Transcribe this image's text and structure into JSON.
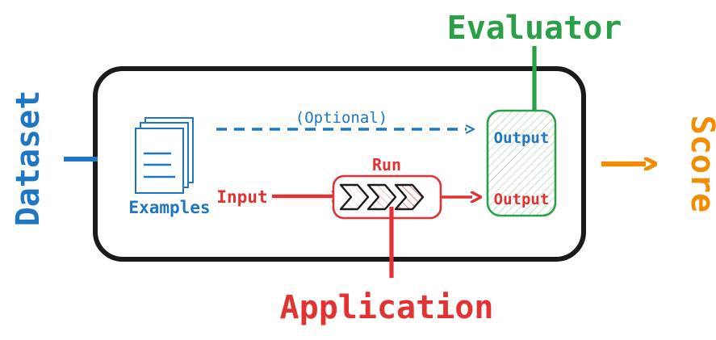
{
  "diagram": {
    "title_labels": {
      "dataset": "Dataset",
      "evaluator": "Evaluator",
      "application": "Application",
      "score": "Score"
    },
    "inner_labels": {
      "examples": "Examples",
      "optional": "(Optional)",
      "input": "Input",
      "run": "Run",
      "output_reference": "Output",
      "output_generated": "Output"
    },
    "colors": {
      "blue": "#1f77c4",
      "red": "#e23232",
      "green": "#2ca049",
      "orange": "#f28c00",
      "black": "#1a1a1a",
      "green_fill": "#eef8f0",
      "red_fill": "#fdecec",
      "white": "#ffffff"
    },
    "icons": {
      "examples": "document-stack-icon",
      "run": "chevron-pipeline-icon",
      "optional_arrow": "dashed-arrow-right-icon",
      "input_arrow": "arrow-right-icon",
      "output_arrow": "arrow-right-icon",
      "score_arrow": "arrow-right-icon"
    }
  }
}
